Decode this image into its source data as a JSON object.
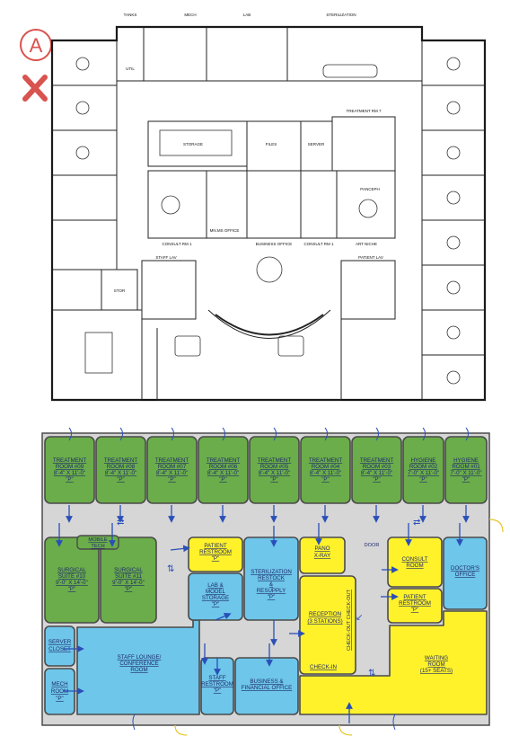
{
  "badge": {
    "letter": "A"
  },
  "plan_labels": {
    "tanks": "TANKS",
    "mech": "MECH",
    "lab": "LAB",
    "sterilization": "STERILIZATION",
    "util": "UTIL",
    "storage": "STORAGE",
    "files": "FILES",
    "server": "SERVER",
    "treatment_rm7": "TREATMENT RM 7",
    "pan_ceph": "PANCEPH",
    "consult_rm1_left": "CONSULT RM 1",
    "mans_office": "MN.MS OFFICE",
    "business_office": "BUSINESS OFFICE",
    "consult_rm1_right": "CONSULT RM 1",
    "art_niche": "ART NICHE",
    "staff_lav": "STAFF LAV",
    "patient_lav": "PATIENT LAV",
    "stor": "STOR"
  },
  "colors": {
    "green": "#6bad4a",
    "blue": "#6ec6ea",
    "yellow": "#fff22a",
    "corridor": "#d6d6d6",
    "outline": "#4a4a4a",
    "arrow": "#2a4fb8",
    "x_mark": "#d9534f"
  },
  "rooms": {
    "r09": {
      "l1": "TREATMENT",
      "l2": "ROOM #09",
      "l3": "8'-4\" X 11'-0\"",
      "l4": "\"P\""
    },
    "r08": {
      "l1": "TREATMENT",
      "l2": "ROOM #08",
      "l3": "8'-4\" X 11'-0\"",
      "l4": "\"P\""
    },
    "r07": {
      "l1": "TREATMENT",
      "l2": "ROOM #07",
      "l3": "8'-4\" X 11'-0\"",
      "l4": "\"P\""
    },
    "r06": {
      "l1": "TREATMENT",
      "l2": "ROOM #06",
      "l3": "8'-4\" X 11'-0\"",
      "l4": "\"P\""
    },
    "r05": {
      "l1": "TREATMENT",
      "l2": "ROOM #05",
      "l3": "8'-4\" X 11'-0\"",
      "l4": "\"P\""
    },
    "r04": {
      "l1": "TREATMENT",
      "l2": "ROOM #04",
      "l3": "8'-4\" X 11'-0\"",
      "l4": "\"P\""
    },
    "r03": {
      "l1": "TREATMENT",
      "l2": "ROOM #03",
      "l3": "8'-4\" X 11'-0\"",
      "l4": "\"P\""
    },
    "h02": {
      "l1": "HYGIENE",
      "l2": "ROOM #02",
      "l3": "7'-0\" X 11'-0\"",
      "l4": "\"P\""
    },
    "h01": {
      "l1": "HYGIENE",
      "l2": "ROOM #01",
      "l3": "7'-0\" X 11'-0\"",
      "l4": "\"P\""
    },
    "mobile_tech": {
      "l1": "MOBILE",
      "l2": "TECH"
    },
    "s10": {
      "l1": "SURGICAL",
      "l2": "SUITE #10",
      "l3": "9'-0\" X 14'-0\"",
      "l4": "\"P\""
    },
    "s11": {
      "l1": "SURGICAL",
      "l2": "SUITE #11",
      "l3": "9'-0\" X 14'-0\"",
      "l4": "\"P\""
    },
    "patient_restroom_left": {
      "l1": "PATIENT",
      "l2": "RESTROOM",
      "l3": "\"P\""
    },
    "lab_model": {
      "l1": "LAB &",
      "l2": "MODEL",
      "l3": "STORAGE",
      "l4": "\"P\""
    },
    "sterilization": {
      "l1": "STERILIZATION",
      "l2": "RESTOCK",
      "l3": "&",
      "l4": "RESUPPLY",
      "l5": "\"P\""
    },
    "pano": {
      "l1": "PANO",
      "l2": "X-RAY"
    },
    "door": "DOOR",
    "consult": {
      "l1": "CONSULT",
      "l2": "ROOM"
    },
    "doctors_office": {
      "l1": "DOCTOR'S",
      "l2": "OFFICE"
    },
    "patient_restroom_right": {
      "l1": "PATIENT",
      "l2": "RESTROOM",
      "l3": "\"P\""
    },
    "reception": {
      "l1": "RECEPTION",
      "l2": "(3 STATIONS)"
    },
    "check_out": "CHECK-OUT CHECK-OUT",
    "check_in": "CHECK-IN",
    "server": {
      "l1": "SERVER",
      "l2": "CLOSET"
    },
    "staff_lounge": {
      "l1": "STAFF LOUNGE/",
      "l2": "CONFERENCE",
      "l3": "ROOM"
    },
    "mech": {
      "l1": "MECH",
      "l2": "ROOM",
      "l3": "\"P\""
    },
    "staff_restroom": {
      "l1": "STAFF",
      "l2": "RESTROOM",
      "l3": "\"P\""
    },
    "business": {
      "l1": "BUSINESS &",
      "l2": "FINANCIAL OFFICE"
    },
    "waiting": {
      "l1": "WAITING",
      "l2": "ROOM",
      "l3": "(15+ SEATS)"
    }
  }
}
